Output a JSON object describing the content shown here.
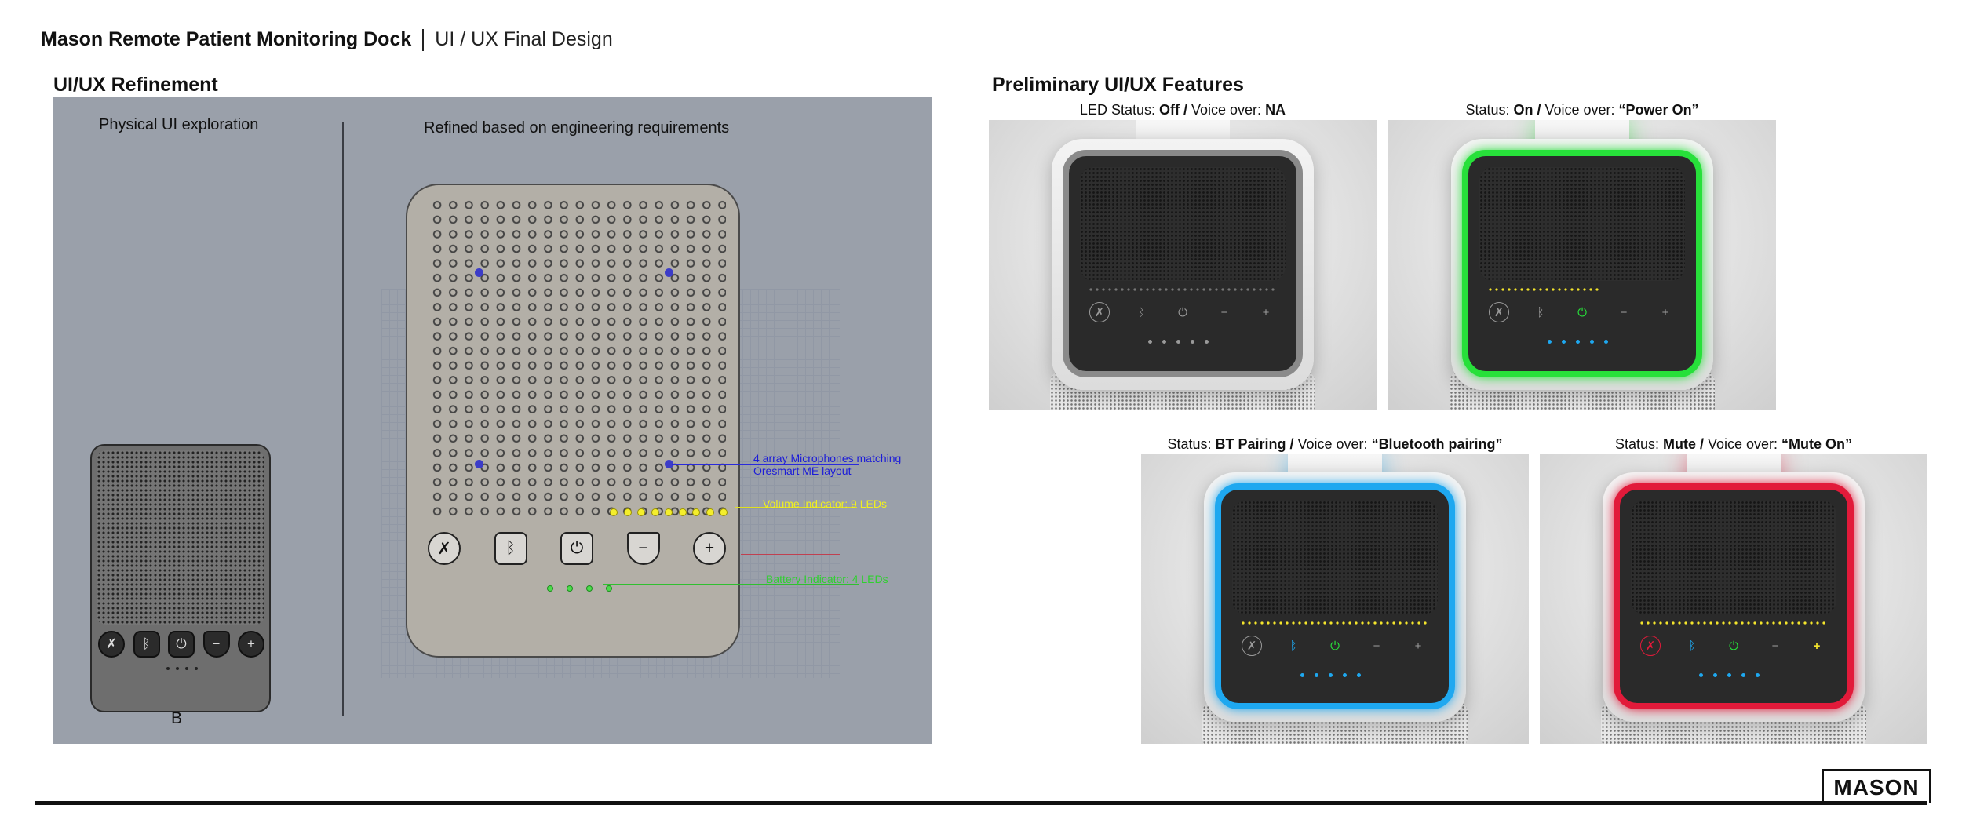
{
  "header": {
    "title": "Mason Remote Patient Monitoring Dock",
    "subtitle": "UI / UX Final Design"
  },
  "left": {
    "section_title": "UI/UX Refinement",
    "explore_label": "Physical UI exploration",
    "refined_label": "Refined based on engineering requirements",
    "variant_letter": "B",
    "callouts": {
      "mics_line1": "4 array Microphones matching",
      "mics_line2": "Oresmart ME layout",
      "volume": "Volume Indicator: 9 LEDs",
      "battery": "Battery Indicator: 4 LEDs"
    },
    "colors": {
      "mic": "#3c3cc8",
      "volume": "#f4ee2c",
      "battery": "#4bdc4b"
    }
  },
  "right": {
    "section_title": "Preliminary UI/UX Features",
    "states": [
      {
        "prefix": "LED Status: ",
        "status": "Off",
        "mid": " / Voice over: ",
        "voice": "NA",
        "ring": "#9a9a9a"
      },
      {
        "prefix": "Status: ",
        "status": "On",
        "mid": " / Voice over: ",
        "voice": "“Power On”",
        "ring": "#27e03a"
      },
      {
        "prefix": "Status: ",
        "status": "BT Pairing",
        "mid": " / Voice over: ",
        "voice": "“Bluetooth pairing”",
        "ring": "#1ea8f0"
      },
      {
        "prefix": "Status: ",
        "status": "Mute",
        "mid": " / Voice over: ",
        "voice": "“Mute On”",
        "ring": "#e21a3a"
      }
    ]
  },
  "icons": [
    "mic-off-icon",
    "bluetooth-icon",
    "power-icon",
    "minus-icon",
    "plus-icon"
  ],
  "logo": "MASON"
}
